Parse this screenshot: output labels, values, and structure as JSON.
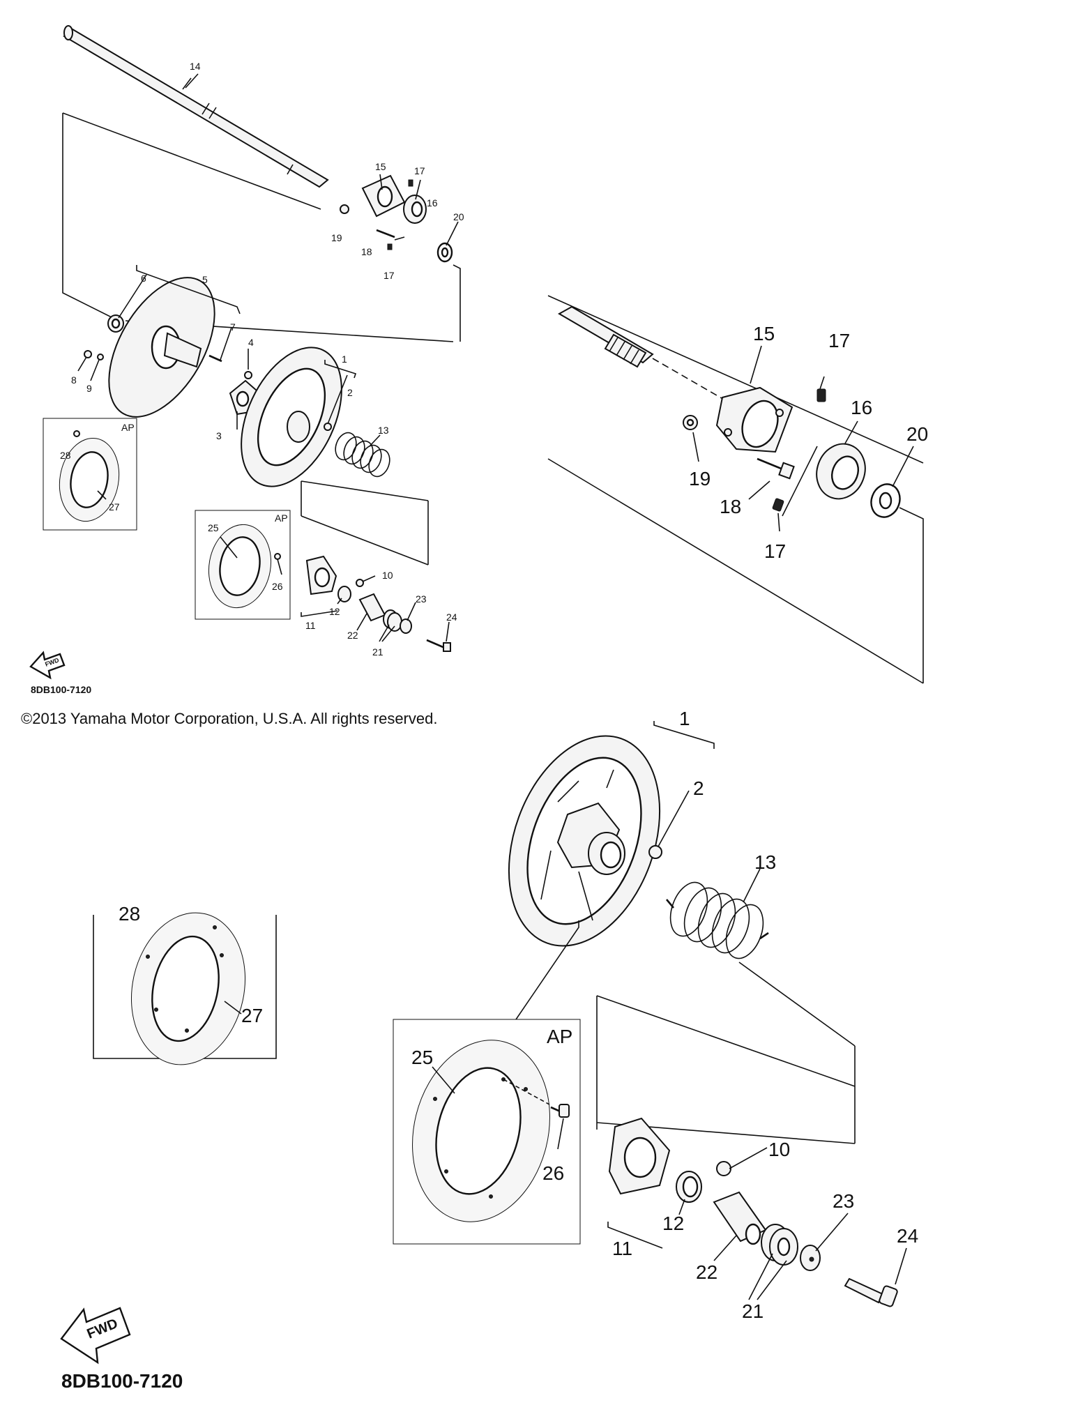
{
  "copyright": "©2013 Yamaha Motor Corporation, U.S.A. All rights reserved.",
  "diagram_code": "8DB100-7120",
  "fwd_label": "FWD",
  "ap_label": "AP",
  "overview_labels": [
    "14",
    "15",
    "17",
    "16",
    "20",
    "19",
    "18",
    "17",
    "6",
    "5",
    "7",
    "4",
    "8",
    "9",
    "1",
    "2",
    "3",
    "13",
    "28",
    "27",
    "25",
    "26",
    "10",
    "12",
    "11",
    "22",
    "23",
    "24",
    "21"
  ],
  "zoom_shaft_labels": [
    "15",
    "17",
    "16",
    "20",
    "19",
    "18",
    "17"
  ],
  "zoom_clutch_labels": [
    "1",
    "2",
    "13",
    "10",
    "12",
    "11",
    "22",
    "23",
    "24",
    "21",
    "25",
    "26"
  ],
  "zoom_ap_labels": [
    "28",
    "27"
  ]
}
